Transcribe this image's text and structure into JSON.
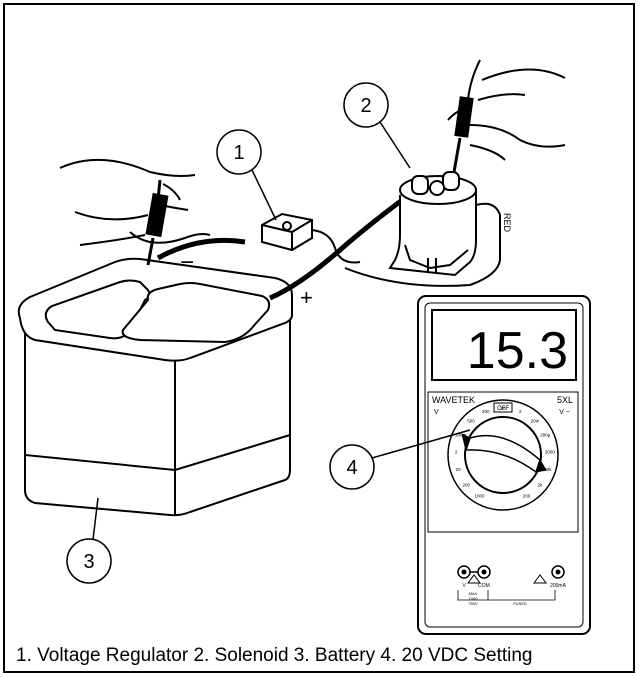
{
  "callouts": [
    "1",
    "2",
    "3",
    "4"
  ],
  "polarity": {
    "negative": "−",
    "positive": "+"
  },
  "lead_label": "RED",
  "meter": {
    "display": "15.3",
    "brand": "WAVETEK",
    "model": "5XL",
    "dial_off": "OFF",
    "dial_labels": [
      "1000",
      "200",
      "20",
      "2",
      "200m",
      "500",
      "200",
      "20",
      "2",
      "20m",
      "200µ",
      "2000",
      "20k",
      "2k",
      "200"
    ],
    "left_mode": "V",
    "right_mode": "V ~",
    "jack_left": "V",
    "jack_com": "COM",
    "jack_right": "200mA",
    "max_label": "MAX",
    "max_dc": "1000",
    "max_ac": "750V",
    "fused_label": "FUSED"
  },
  "caption": "1. Voltage Regulator 2. Solenoid 3. Battery 4. 20 VDC Setting"
}
